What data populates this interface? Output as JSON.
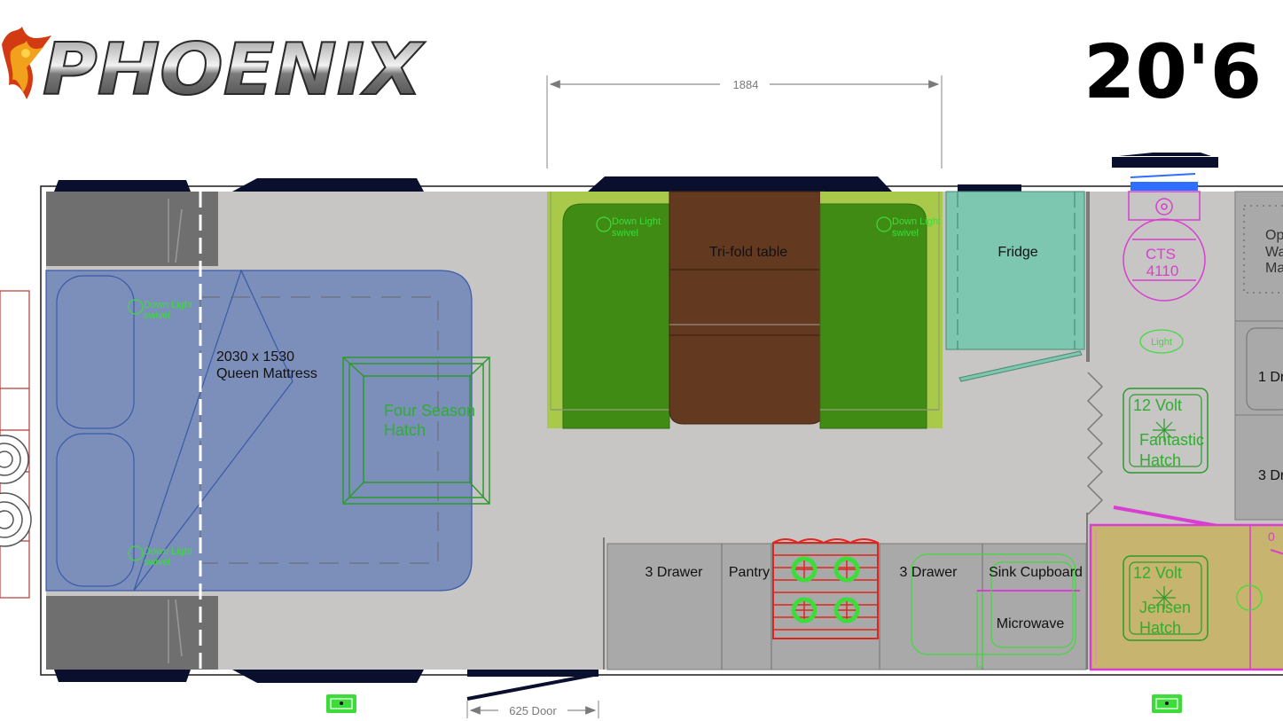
{
  "brand": {
    "name": "PHOENIX",
    "model": "20'6"
  },
  "dimensions": {
    "table_span": "1884",
    "door": "625 Door"
  },
  "rooms": {
    "mattress": {
      "size": "2030 x 1530",
      "type": "Queen Mattress"
    },
    "bed_hatch": {
      "line1": "Four Season",
      "line2": "Hatch"
    },
    "table": "Tri-fold table",
    "fridge": "Fridge",
    "toilet": {
      "line1": "CTS",
      "line2": "4110"
    },
    "light": "Light",
    "fantastic_hatch": {
      "line1": "12 Volt",
      "line2": "Fantastic",
      "line3": "Hatch"
    },
    "jensen_hatch": {
      "line1": "12 Volt",
      "line2": "Jensen",
      "line3": "Hatch"
    },
    "kitchen": {
      "drawer_left": "3 Drawer",
      "pantry": "Pantry",
      "drawer_right": "3 Drawer",
      "sink": "Sink Cupboard",
      "microwave": "Microwave"
    },
    "right_edge": {
      "op": "Op",
      "wa": "Wa",
      "ma": "Ma",
      "drawer_1": "1 Dr",
      "drawer_3": "3 Dr"
    }
  },
  "down_light": {
    "line1": "Down Light",
    "line2": "swivel"
  },
  "colors": {
    "floor": "#c8c5c5",
    "bed": "#7b8fba",
    "seat": "#3f8b14",
    "seat_back": "#a8c94a",
    "table": "#633a20",
    "fridge": "#7dc6b0",
    "ensuite": "#c7b46e",
    "cabinet": "#a9a9a9",
    "stove": "#e0251e",
    "toilet": "#d83fd0",
    "light_green": "#3ddc3a",
    "navy": "#0b0f2e"
  }
}
